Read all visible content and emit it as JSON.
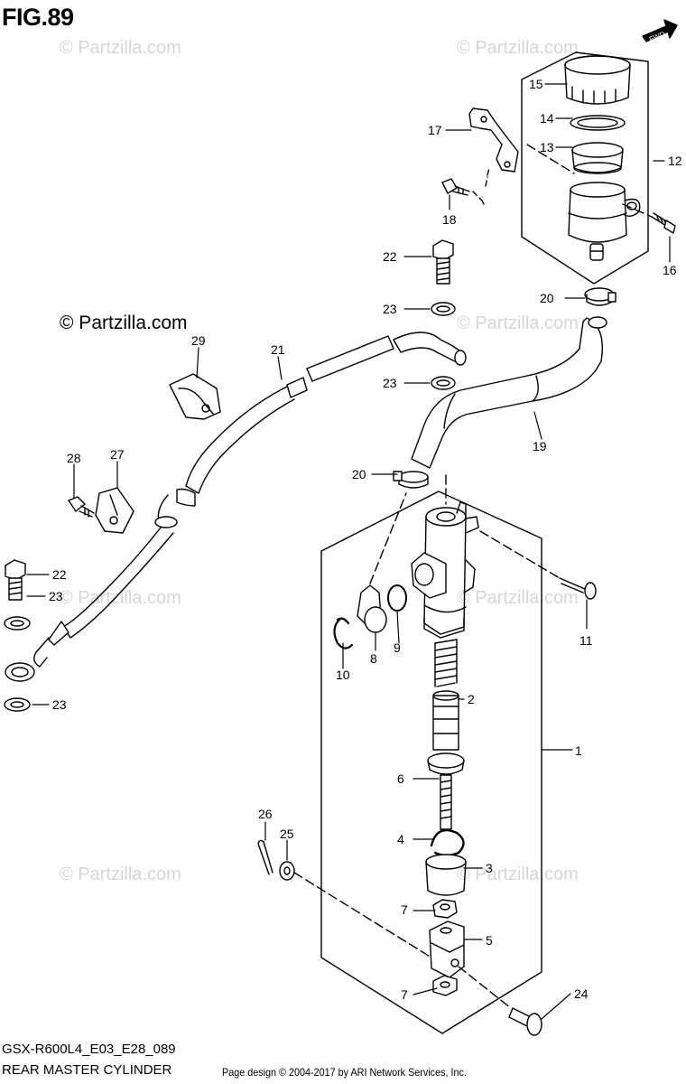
{
  "figure": {
    "title": "FIG.89",
    "model_code": "GSX-R600L4_E03_E28_089",
    "caption": "REAR MASTER CYLINDER",
    "credit": "Page design © 2004-2017 by ARI Network Services, Inc."
  },
  "watermark": {
    "text": "© Partzilla.com",
    "prominent_text": "© Partzilla.com"
  },
  "fwd_badge": "FWD",
  "callouts": {
    "c1": "1",
    "c2": "2",
    "c3": "3",
    "c4": "4",
    "c5": "5",
    "c6": "6",
    "c7a": "7",
    "c7b": "7",
    "c8": "8",
    "c9": "9",
    "c10": "10",
    "c11": "11",
    "c12": "12",
    "c13": "13",
    "c14": "14",
    "c15": "15",
    "c16": "16",
    "c17": "17",
    "c18": "18",
    "c19": "19",
    "c20a": "20",
    "c20b": "20",
    "c21": "21",
    "c22a": "22",
    "c22b": "22",
    "c23a": "23",
    "c23b": "23",
    "c23c": "23",
    "c23d": "23",
    "c24": "24",
    "c25": "25",
    "c26": "26",
    "c27": "27",
    "c28": "28",
    "c29": "29"
  },
  "colors": {
    "line": "#000000",
    "watermark": "#d6d6d6"
  }
}
